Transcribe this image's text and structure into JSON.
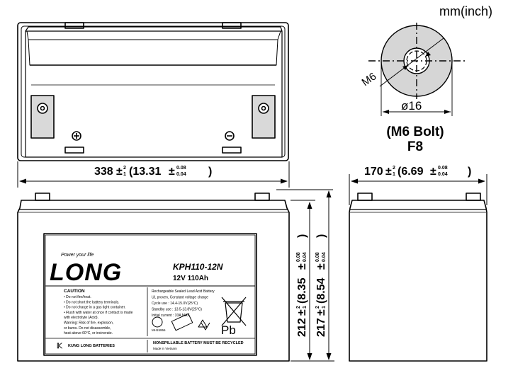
{
  "units_label": "mm(inch)",
  "terminal": {
    "thread_label": "M6",
    "diameter_label": "ø16",
    "bolt_label": "(M6 Bolt)",
    "type_label": "F8"
  },
  "dimensions": {
    "length": {
      "main": "338",
      "tol_top": "2",
      "tol_bottom": "1",
      "inch_open": "(13.31",
      "inch_tol_top": "0.08",
      "inch_tol_bottom": "0.04",
      "inch_close": ")"
    },
    "width": {
      "main": "170",
      "tol_top": "2",
      "tol_bottom": "1",
      "inch_open": "(6.69",
      "inch_tol_top": "0.08",
      "inch_tol_bottom": "0.04",
      "inch_close": ")"
    },
    "height_container": {
      "main": "212",
      "tol_top": "2",
      "tol_bottom": "1",
      "inch_open": "(8.35",
      "inch_tol_top": "0.08",
      "inch_tol_bottom": "0.04",
      "inch_close": ")"
    },
    "height_total": {
      "main": "217",
      "tol_top": "2",
      "tol_bottom": "1",
      "inch_open": "(8.54",
      "inch_tol_top": "0.08",
      "inch_tol_bottom": "0.04",
      "inch_close": ")"
    }
  },
  "label": {
    "brand": "LONG",
    "tagline": "Power your life",
    "model": "KPH110-12N",
    "rating": "12V 110Ah",
    "caution_title": "CAUTION",
    "caution_lines": [
      "• Do not fire/heat.",
      "• Do not short the battery terminals.",
      "• Do not charge in a gas tight container.",
      "• Flush with water at once if contact is made",
      "  with electrolyte (Acid).",
      "Warning: Risk of fire, explosion,",
      "or burns. Do not disassemble,",
      "heat above 60°C, or incinerate."
    ],
    "spec_lines": [
      "Rechargeable Sealed Lead Acid Battery",
      "UL proven, Constant voltage charge",
      "Cycle use : 14.4-15.0V(25°C)",
      "Standby use : 13.5-13.8V(25°C)",
      "Initial current : 33A MAX"
    ],
    "company": "KUNG LONG BATTERIES",
    "footer": "NONSPILLABLE  BATTERY MUST BE RECYCLED",
    "made_in": "Made in Vietnam",
    "pb_symbol": "Pb",
    "ul_mark": "MH15956"
  }
}
